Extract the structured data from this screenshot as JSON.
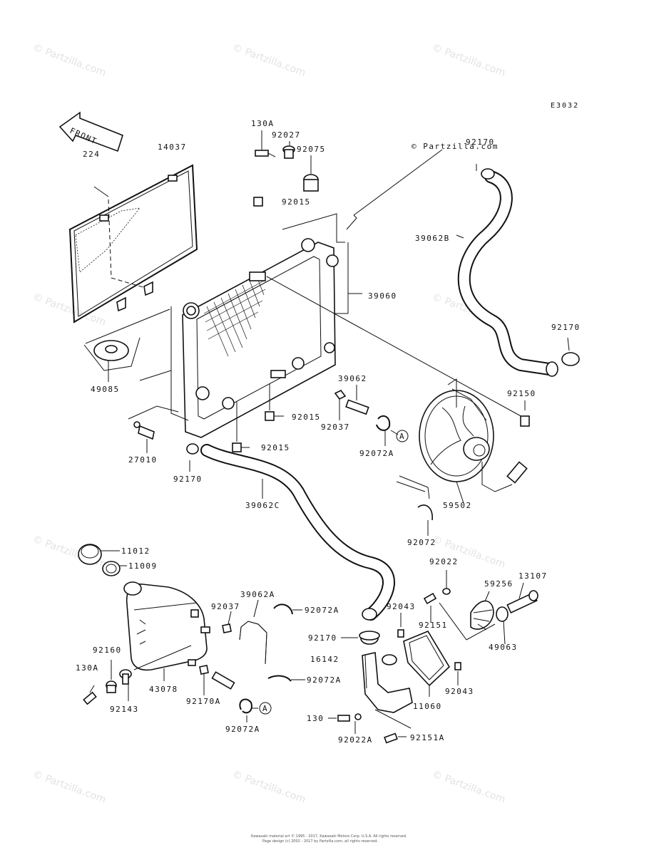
{
  "diagram_code": "E3032",
  "front_arrow": "FRONT",
  "copyright_mark": "© Partzilla.com",
  "watermark": "© Partzilla.com",
  "footer": {
    "line1": "Kawasaki material art © 1995 - 2017, Kawasaki Motors Corp. U.S.A. All rights reserved.",
    "line2": "Page design (c) 2002 - 2017 by Partzilla.com, all rights reserved."
  },
  "labels": {
    "p224": "224",
    "p14037": "14037",
    "p130A_top": "130A",
    "p92027": "92027",
    "p92075": "92075",
    "p92015_top": "92015",
    "p92170_top": "92170",
    "p39062B": "39062B",
    "p39060": "39060",
    "p92170_right": "92170",
    "p49085": "49085",
    "p92150": "92150",
    "p39062": "39062",
    "p92037_mid": "92037",
    "p92015_mid": "92015",
    "p92015_low": "92015",
    "p27010": "27010",
    "p92072A_mid": "92072A",
    "p92170_left": "92170",
    "p59502": "59502",
    "p39062C": "39062C",
    "p92072": "92072",
    "p11012": "11012",
    "p11009": "11009",
    "p92022_top": "92022",
    "p13107": "13107",
    "p59256": "59256",
    "p39062A": "39062A",
    "p92037_low": "92037",
    "p92072A_a": "92072A",
    "p92043_a": "92043",
    "p92151": "92151",
    "p49063": "49063",
    "p92170_low": "92170",
    "p16142": "16142",
    "p92160": "92160",
    "p130A_low": "130A",
    "p43078": "43078",
    "p92143": "92143",
    "p92170A": "92170A",
    "p92072A_b": "92072A",
    "p92043_b": "92043",
    "p11060": "11060",
    "p92072A_c": "92072A",
    "p130": "130",
    "p92022A": "92022A",
    "p92151A": "92151A",
    "ref_A1": "A",
    "ref_A2": "A"
  }
}
